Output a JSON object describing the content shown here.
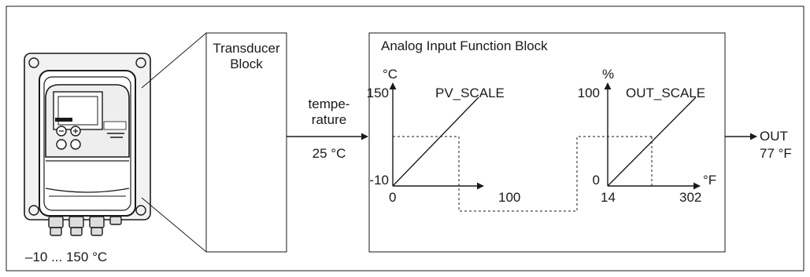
{
  "device": {
    "range_label": "–10 ... 150 °C"
  },
  "transducer_block": {
    "title_line1": "Transducer",
    "title_line2": "Block"
  },
  "signal_in": {
    "label_line1": "tempe-",
    "label_line2": "rature",
    "value": "25 °C"
  },
  "ai_block": {
    "title": "Analog Input Function Block",
    "pv_scale": {
      "name": "PV_SCALE",
      "unit_y": "°C",
      "y_max": "150",
      "y_min": "-10",
      "x_min": "0",
      "x_max": "100"
    },
    "out_scale": {
      "name": "OUT_SCALE",
      "unit_y": "%",
      "unit_x": "°F",
      "y_max": "100",
      "y_min": "0",
      "x_min": "14",
      "x_max": "302"
    }
  },
  "output": {
    "label": "OUT",
    "value": "77 °F"
  }
}
